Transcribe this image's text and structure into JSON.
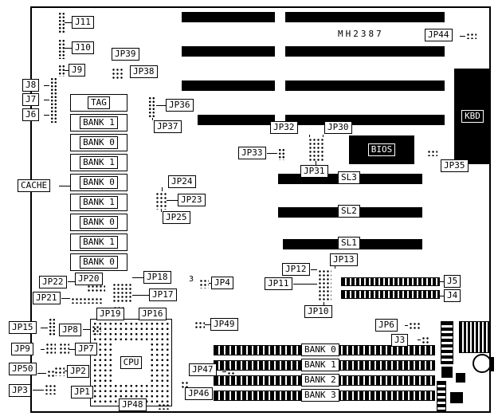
{
  "board": {
    "model": "MH2387",
    "background": "#ffffff",
    "line_color": "#000000"
  },
  "callouts": {
    "j11": "J11",
    "j10": "J10",
    "j9": "J9",
    "jp39": "JP39",
    "jp38": "JP38",
    "j8": "J8",
    "j7": "J7",
    "j6": "J6",
    "cache": "CACHE",
    "jp36": "JP36",
    "jp37": "JP37",
    "jp32": "JP32",
    "jp30": "JP30",
    "jp33": "JP33",
    "jp31": "JP31",
    "bios": "BIOS",
    "jp35": "JP35",
    "jp44": "JP44",
    "kbd": "KBD",
    "sl1": "SL1",
    "sl2": "SL2",
    "sl3": "SL3",
    "jp24": "JP24",
    "jp23": "JP23",
    "jp25": "JP25",
    "jp22": "JP22",
    "jp21": "JP21",
    "jp20": "JP20",
    "jp19": "JP19",
    "jp18": "JP18",
    "jp17": "JP17",
    "jp16": "JP16",
    "jp15": "JP15",
    "jp4": "JP4",
    "jp12": "JP12",
    "jp13": "JP13",
    "jp11": "JP11",
    "jp10": "JP10",
    "j5": "J5",
    "j4": "J4",
    "jp8": "JP8",
    "jp49": "JP49",
    "jp6": "JP6",
    "j3": "J3",
    "jp9": "JP9",
    "jp7": "JP7",
    "jp50": "JP50",
    "jp2": "JP2",
    "jp3": "JP3",
    "jp1": "JP1",
    "jp48": "JP48",
    "cpu": "CPU",
    "jp47": "JP47",
    "jp46": "JP46"
  },
  "cache_chips": [
    "TAG",
    "BANK 1",
    "BANK 0",
    "BANK 1",
    "BANK 0",
    "BANK 1",
    "BANK 0",
    "BANK 1",
    "BANK 0"
  ],
  "memory_banks": [
    "BANK 0",
    "BANK 1",
    "BANK 2",
    "BANK 3"
  ],
  "misc": {
    "pin_label": "3"
  }
}
